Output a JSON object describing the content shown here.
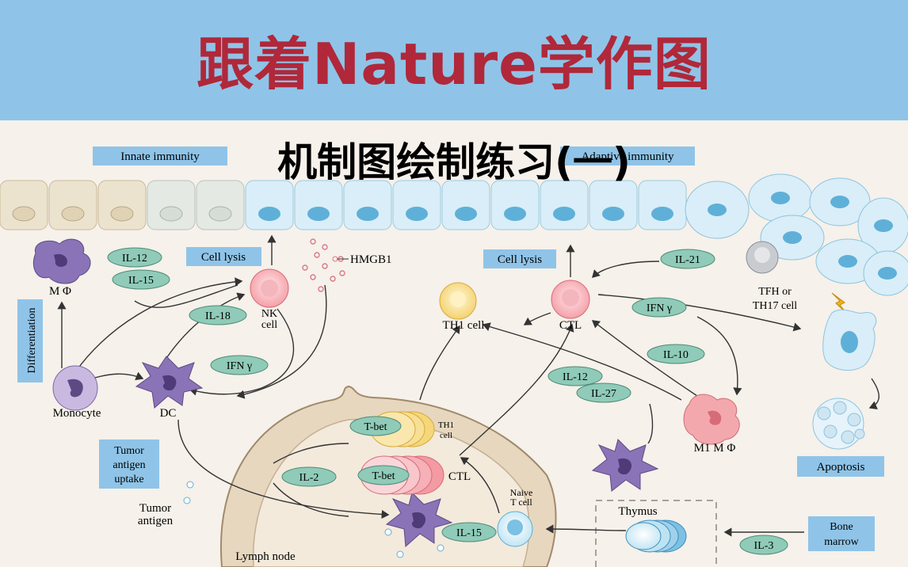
{
  "banner": {
    "title": "跟着Nature学作图"
  },
  "subtitle": "机制图绘制练习(一)",
  "boxes": {
    "innate": "Innate immunity",
    "adaptive": "Adaptive immunity",
    "cell_lysis_1": "Cell lysis",
    "cell_lysis_2": "Cell lysis",
    "differentiation": "Differentiation",
    "tumor_uptake": [
      "Tumor",
      "antigen",
      "uptake"
    ],
    "apoptosis": "Apoptosis",
    "bone_marrow": [
      "Bone",
      "marrow"
    ]
  },
  "cytokines": {
    "il12_a": "IL-12",
    "il15_a": "IL-15",
    "il18": "IL-18",
    "ifng_a": "IFN γ",
    "il21": "IL-21",
    "ifng_b": "IFN γ",
    "il10": "IL-10",
    "il12_b": "IL-12",
    "il27": "IL-27",
    "il2": "IL-2",
    "il15_b": "IL-15",
    "il3": "IL-3",
    "tbet_1": "T-bet",
    "tbet_2": "T-bet"
  },
  "labels": {
    "mphi": "M Φ",
    "nk": [
      "NK",
      "cell"
    ],
    "hmgb1": "HMGB1",
    "monocyte": "Monocyte",
    "dc": "DC",
    "th1": "TH1 cell",
    "ctl": "CTL",
    "tfh": [
      "TFH or",
      "TH17 cell"
    ],
    "m1": "M1 M Φ",
    "th1_ln": [
      "TH1",
      "cell"
    ],
    "ctl_ln": "CTL",
    "naive": [
      "Naive",
      "T cell"
    ],
    "thymus": "Thymus",
    "tumor_antigen": [
      "Tumor",
      "antigen"
    ],
    "lymph_node": "Lymph node"
  },
  "colors": {
    "banner": "#8fc4e8",
    "title": "#b0283a",
    "label_box": "#8fc4e8",
    "cytokine": "#8fcbb8",
    "nk_cell": "#f6a0a8",
    "th1_cell": "#f5d77a",
    "purple_cell": "#8b73b8"
  }
}
